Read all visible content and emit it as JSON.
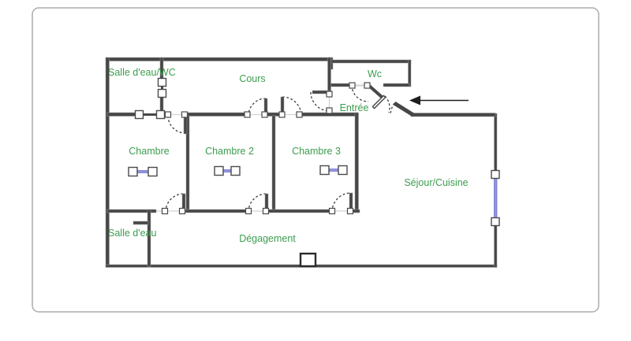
{
  "plan": {
    "type": "floor-plan",
    "rooms": [
      {
        "id": "salle-deau-wc",
        "label": "Salle d'eau/WC"
      },
      {
        "id": "cours",
        "label": "Cours"
      },
      {
        "id": "wc",
        "label": "Wc"
      },
      {
        "id": "entree",
        "label": "Entrée"
      },
      {
        "id": "chambre",
        "label": "Chambre"
      },
      {
        "id": "chambre-2",
        "label": "Chambre 2"
      },
      {
        "id": "chambre-3",
        "label": "Chambre 3"
      },
      {
        "id": "sejour-cuisine",
        "label": "Séjour/Cuisine"
      },
      {
        "id": "salle-deau",
        "label": "Salle d'eau"
      },
      {
        "id": "degagement",
        "label": "Dégagement"
      }
    ],
    "annotations": {
      "entry_arrow": "entry-direction-arrow"
    },
    "symbols": {
      "door": "door-swing-arc",
      "window": "window-symbol",
      "radiator": "radiator-window-symbol"
    },
    "colors": {
      "wall": "#474747",
      "label_green": "#3c9d4e",
      "window_blue": "#9296de",
      "page_border": "#acacac",
      "arc": "#3c3c3c"
    }
  }
}
